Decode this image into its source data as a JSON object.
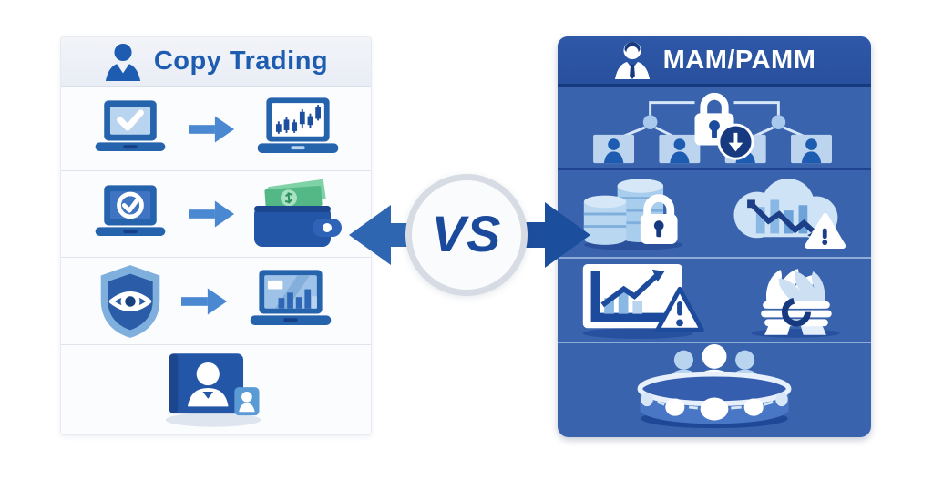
{
  "left_panel": {
    "title": "Copy Trading",
    "header_icon": "trader-person-icon",
    "rows": [
      {
        "name": "signal-to-chart",
        "icons": [
          "laptop-check-icon",
          "flow-arrow-icon",
          "laptop-candlestick-icon"
        ]
      },
      {
        "name": "approval-to-wallet",
        "icons": [
          "laptop-verified-icon",
          "flow-arrow-icon",
          "wallet-money-icon"
        ]
      },
      {
        "name": "monitoring-to-results",
        "icons": [
          "shield-eye-icon",
          "flow-arrow-icon",
          "laptop-analytics-icon"
        ]
      },
      {
        "name": "trader-account",
        "icons": [
          "id-card-icon"
        ]
      }
    ]
  },
  "right_panel": {
    "title": "MAM/PAMM",
    "header_icon": "manager-person-icon",
    "rows": [
      {
        "name": "managed-accounts-hierarchy",
        "icons": [
          "hierarchy-lock-icon",
          "allocation-badge-icon"
        ]
      },
      {
        "name": "pooled-funds-and-risk",
        "icons": [
          "coins-lock-icon",
          "cloud-decline-warning-icon"
        ]
      },
      {
        "name": "performance-restrictions",
        "icons": [
          "chart-warning-icon",
          "tied-hands-icon"
        ]
      },
      {
        "name": "pooled-investors",
        "icons": [
          "pooled-platform-icon"
        ]
      }
    ]
  },
  "center": {
    "vs_label": "VS"
  },
  "colors": {
    "page_background": "#ffffff",
    "left_panel_header": "#edf1f8",
    "left_panel_body": "#fbfcfe",
    "left_title": "#1d5cb0",
    "right_panel_header": "#2b53a3",
    "right_panel_body": "#3a63ae",
    "right_divider_dark": "#1e4390",
    "vs_text": "#1b4a9c",
    "vs_ring": "#d6dbe4",
    "arrow_left": "#2e66b2",
    "arrow_right": "#1c4e9e",
    "icon_blue": "#2563ad",
    "icon_light_blue": "#b9d4ee",
    "money_green": "#54b886",
    "deep_navy": "#16397f"
  }
}
